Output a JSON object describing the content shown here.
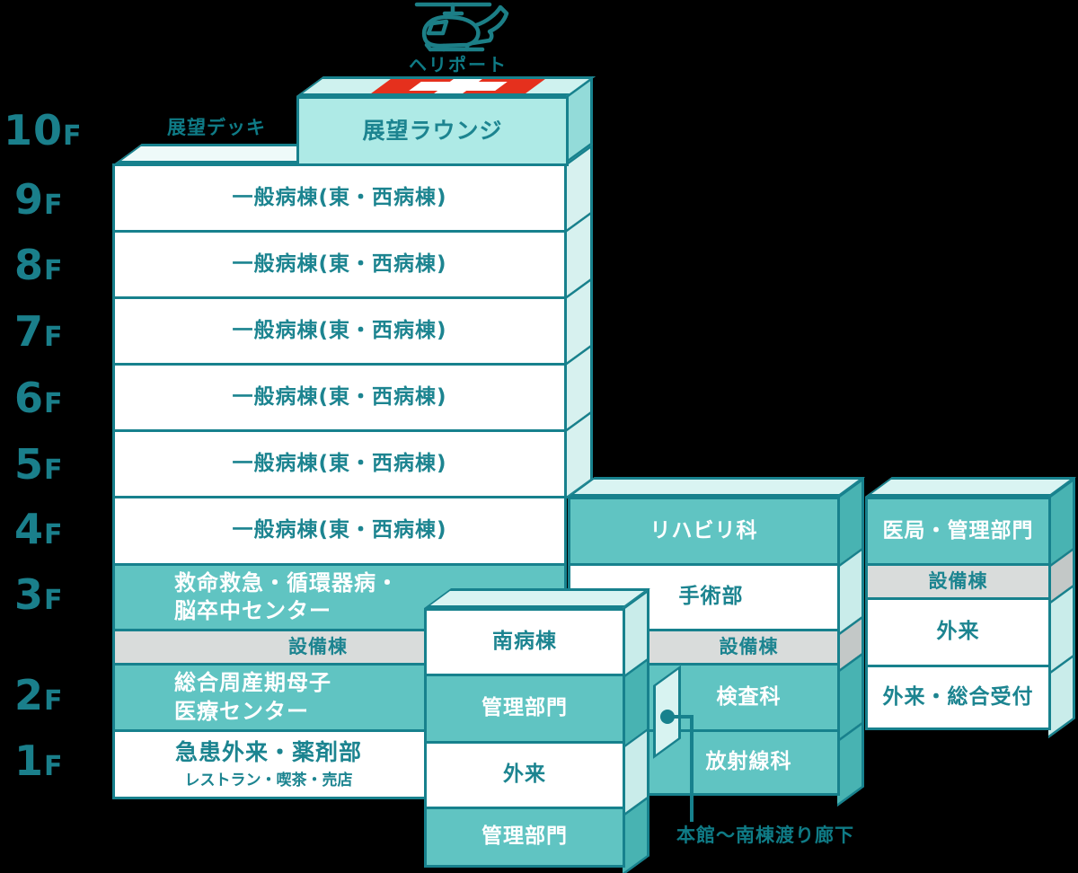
{
  "heliport": {
    "label": "ヘリポート"
  },
  "deck_label": "展望デッキ",
  "corridor_label": "本館〜南棟渡り廊下",
  "floor_labels": [
    {
      "num": "10",
      "suffix": "F"
    },
    {
      "num": "9",
      "suffix": "F"
    },
    {
      "num": "8",
      "suffix": "F"
    },
    {
      "num": "7",
      "suffix": "F"
    },
    {
      "num": "6",
      "suffix": "F"
    },
    {
      "num": "5",
      "suffix": "F"
    },
    {
      "num": "4",
      "suffix": "F"
    },
    {
      "num": "3",
      "suffix": "F"
    },
    {
      "num": "2",
      "suffix": "F"
    },
    {
      "num": "1",
      "suffix": "F"
    }
  ],
  "main_building": {
    "lounge": "展望ラウンジ",
    "general_ward": "一般病棟(東・西病棟)",
    "f3_line1": "救命救急・循環器病・",
    "f3_line2": "脳卒中センター",
    "equipment": "設備棟",
    "f2_line1": "総合周産期母子",
    "f2_line2": "医療センター",
    "f1_main": "急患外来・薬剤部",
    "f1_sub": "レストラン・喫茶・売店"
  },
  "south_building": {
    "floors": [
      "南病棟",
      "管理部門",
      "外来",
      "管理部門"
    ]
  },
  "annex_building": {
    "floors": [
      "リハビリ科",
      "手術部",
      "設備棟",
      "検査科",
      "放射線科"
    ]
  },
  "right_building": {
    "floors": [
      "医局・管理部門",
      "設備棟",
      "外来",
      "外来・総合受付"
    ]
  },
  "colors": {
    "teal": "#60c4c2",
    "outline": "#17818d",
    "gray": "#d9dcdb",
    "red": "#e5301d",
    "mint_top": "#d9f4f2"
  }
}
